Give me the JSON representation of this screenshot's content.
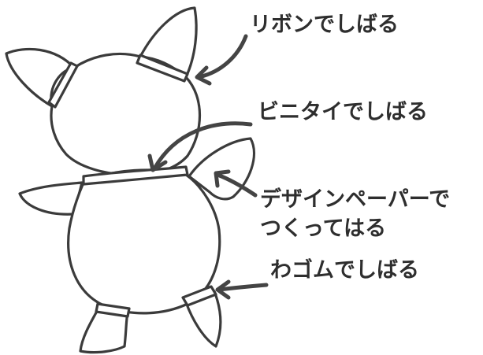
{
  "annotations": {
    "ribbon": "リボンでしばる",
    "vinyl_tie": "ビニタイでしばる",
    "design_paper_line1": "デザインペーパーで",
    "design_paper_line2": "つくってはる",
    "rubber_band": "わゴムでしばる"
  },
  "colors": {
    "line": "#3b3b3b",
    "text": "#2e2e2e",
    "background": "#ffffff"
  }
}
